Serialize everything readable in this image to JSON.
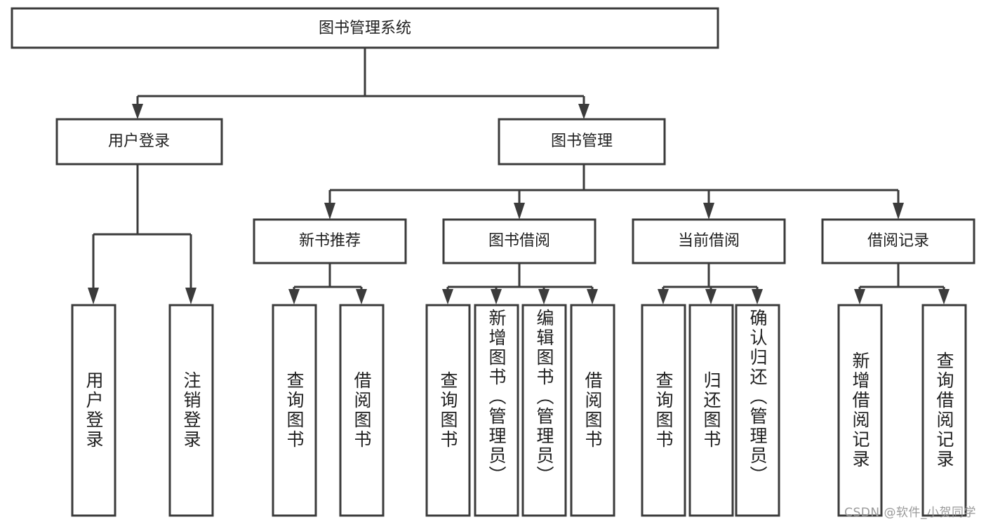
{
  "diagram": {
    "title": "图书管理系统",
    "root": {
      "id": "root",
      "label": "图书管理系统",
      "orientation": "horizontal"
    },
    "level2": [
      {
        "id": "user-login",
        "label": "用户登录",
        "orientation": "horizontal"
      },
      {
        "id": "book-management",
        "label": "图书管理",
        "orientation": "horizontal"
      }
    ],
    "level3": [
      {
        "id": "new-book-recommend",
        "label": "新书推荐",
        "orientation": "horizontal"
      },
      {
        "id": "book-borrow",
        "label": "图书借阅",
        "orientation": "horizontal"
      },
      {
        "id": "current-borrow",
        "label": "当前借阅",
        "orientation": "horizontal"
      },
      {
        "id": "borrow-record",
        "label": "借阅记录",
        "orientation": "horizontal"
      }
    ],
    "leaves": [
      {
        "id": "leaf-user-login",
        "parent": "user-login",
        "label": "用户登录",
        "orientation": "vertical"
      },
      {
        "id": "leaf-user-logout",
        "parent": "user-login",
        "label": "注销登录",
        "orientation": "vertical"
      },
      {
        "id": "leaf-query-book-1",
        "parent": "new-book-recommend",
        "label": "查询图书",
        "orientation": "vertical"
      },
      {
        "id": "leaf-borrow-book-1",
        "parent": "new-book-recommend",
        "label": "借阅图书",
        "orientation": "vertical"
      },
      {
        "id": "leaf-query-book-2",
        "parent": "book-borrow",
        "label": "查询图书",
        "orientation": "vertical"
      },
      {
        "id": "leaf-add-book",
        "parent": "book-borrow",
        "label": "新增图书（管理员）",
        "orientation": "vertical"
      },
      {
        "id": "leaf-edit-book",
        "parent": "book-borrow",
        "label": "编辑图书（管理员）",
        "orientation": "vertical"
      },
      {
        "id": "leaf-borrow-book-2",
        "parent": "book-borrow",
        "label": "借阅图书",
        "orientation": "vertical"
      },
      {
        "id": "leaf-query-book-3",
        "parent": "current-borrow",
        "label": "查询图书",
        "orientation": "vertical"
      },
      {
        "id": "leaf-return-book",
        "parent": "current-borrow",
        "label": "归还图书",
        "orientation": "vertical"
      },
      {
        "id": "leaf-confirm-return",
        "parent": "current-borrow",
        "label": "确认归还（管理员）",
        "orientation": "vertical"
      },
      {
        "id": "leaf-add-record",
        "parent": "borrow-record",
        "label": "新增借阅记录",
        "orientation": "vertical"
      },
      {
        "id": "leaf-query-record",
        "parent": "borrow-record",
        "label": "查询借阅记录",
        "orientation": "vertical"
      }
    ],
    "colors": {
      "stroke": "#3b3b3b",
      "fill": "#ffffff",
      "text": "#1f1f1f",
      "watermark": "#9a9a9a"
    }
  },
  "watermark": {
    "text": "CSDN @软件_小贺同学"
  }
}
